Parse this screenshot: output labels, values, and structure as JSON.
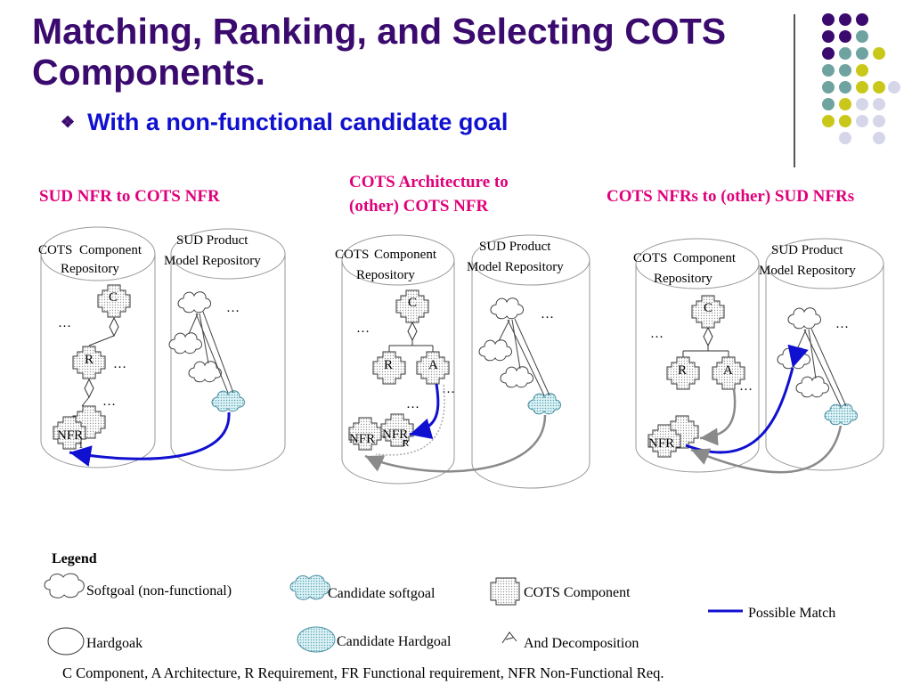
{
  "slide": {
    "title": "Matching, Ranking, and Selecting COTS Components.",
    "subtitle": "With a non-functional candidate goal",
    "bullet_icon": "diamond-bullet-icon",
    "colors": {
      "title": "#3b0a6e",
      "subtitle": "#1010d0",
      "panel_title": "#e0007a",
      "dot_purple": "#3b0a6e",
      "dot_teal": "#6fa3a0",
      "dot_yellow": "#c9c81a",
      "dot_lavender": "#d6d6ea",
      "match_line": "#1010d0",
      "gray_line": "#8a8a8a"
    }
  },
  "panels": [
    {
      "title": "SUD NFR to COTS NFR",
      "left_cylinder": "COTS Component Repository",
      "right_cylinder": "SUD Product Model Repository",
      "nodes": [
        "C",
        "R",
        "NFR"
      ],
      "ellipses": [
        "…",
        "…",
        "…",
        "…"
      ]
    },
    {
      "title_lines": [
        "COTS Architecture to",
        "(other) COTS NFR"
      ],
      "left_cylinder": "COTS Component Repository",
      "right_cylinder": "SUD Product Model Repository",
      "nodes": [
        "C",
        "R",
        "A",
        "NFR",
        "NFR"
      ],
      "ellipses": [
        "…",
        "…",
        "…",
        "…"
      ]
    },
    {
      "title": "COTS NFRs to  (other) SUD NFRs",
      "left_cylinder": "COTS Component Repository",
      "right_cylinder": "SUD Product Model Repository",
      "nodes": [
        "C",
        "R",
        "A",
        "NFR"
      ],
      "ellipses": [
        "…",
        "…",
        "…"
      ]
    }
  ],
  "legend": {
    "title": "Legend",
    "softgoal": "Softgoal (non-functional)",
    "candidate_softgoal": "Candidate softgoal",
    "cots_component": "COTS Component",
    "possible_match": "Possible Match",
    "hardgoal": "Hardgoak",
    "candidate_hardgoal": "Candidate Hardgoal",
    "and_decomposition": "And Decomposition"
  },
  "footer": "C Component, A Architecture, R Requirement, FR Functional requirement, NFR Non-Functional Req."
}
